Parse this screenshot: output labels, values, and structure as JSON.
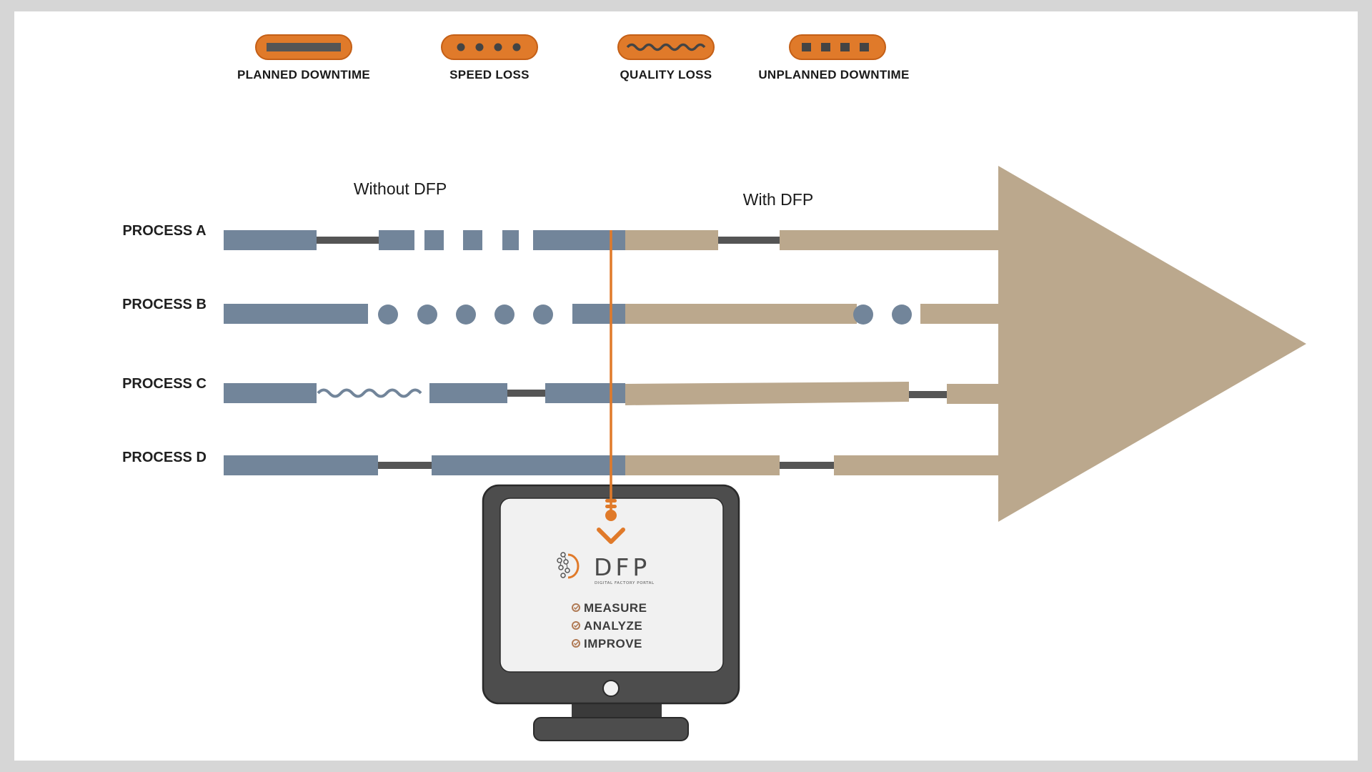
{
  "legend": [
    {
      "label": "PLANNED  DOWNTIME",
      "icon": "solid-bar-icon"
    },
    {
      "label": "SPEED LOSS",
      "icon": "dots-icon"
    },
    {
      "label": "QUALITY LOSS",
      "icon": "wave-icon"
    },
    {
      "label": "UNPLANNED DOWNTIME",
      "icon": "squares-icon"
    }
  ],
  "phases": {
    "without": "Without DFP",
    "with": "With DFP"
  },
  "processes": [
    {
      "label": "PROCESS A"
    },
    {
      "label": "PROCESS B"
    },
    {
      "label": "PROCESS C"
    },
    {
      "label": "PROCESS D"
    }
  ],
  "monitor": {
    "logo_text": "DFP",
    "logo_subtitle": "DIGITAL FACTORY PORTAL",
    "checklist": [
      "MEASURE",
      "ANALYZE",
      "IMPROVE"
    ]
  },
  "colors": {
    "without_bar": "#72859a",
    "with_bar": "#bba88d",
    "downtime": "#555555",
    "accent": "#e07a2a",
    "monitor": "#4d4d4d"
  }
}
